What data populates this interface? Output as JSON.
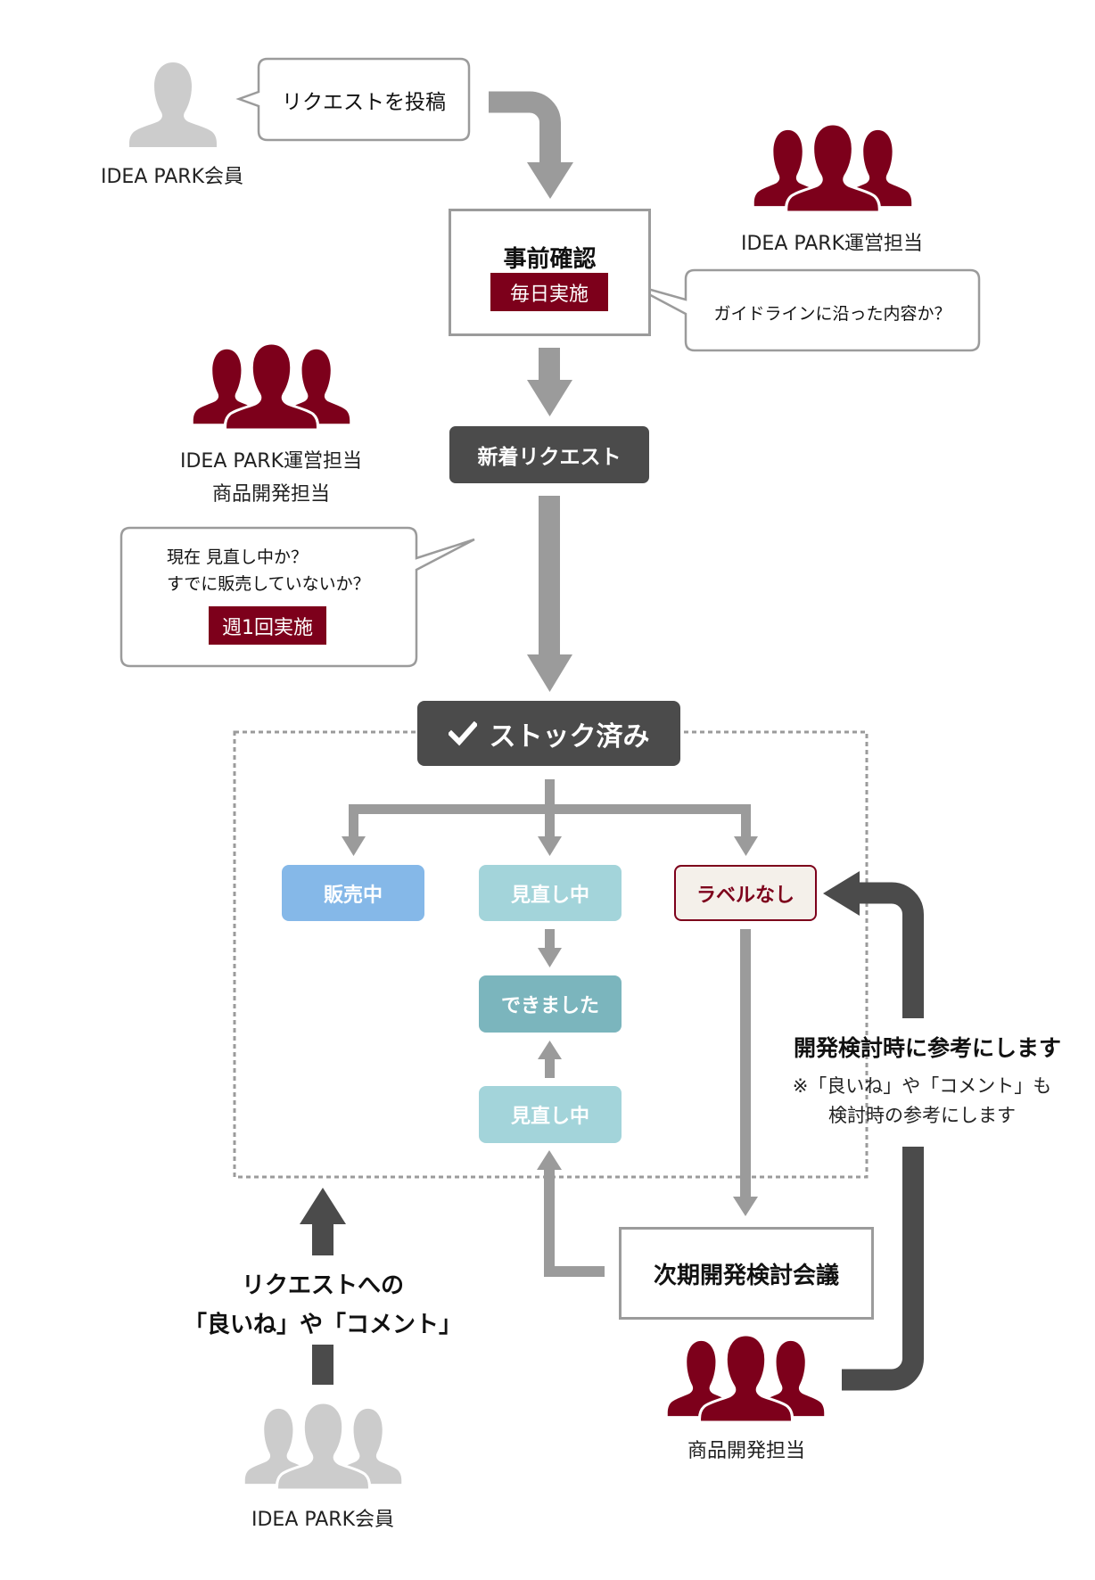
{
  "colors": {
    "accent_red": "#7d001b",
    "arrow_gray": "#9b9b9b",
    "dark_gray": "#4b4b4b",
    "member_gray": "#cccccc",
    "status_on_sale": "#85b8e8",
    "status_under_review": "#a3d4da",
    "status_done": "#7bb5bd",
    "status_no_label_bg": "#f4f0ea"
  },
  "submit": {
    "actor": {
      "icon": "person-icon",
      "label": "IDEA PARK会員"
    },
    "bubble": "リクエストを投稿"
  },
  "precheck": {
    "title": "事前確認",
    "frequency": "毎日実施",
    "actor": {
      "icon": "group-icon",
      "label": "IDEA PARK運営担当"
    },
    "bubble": "ガイドラインに沿った内容か？"
  },
  "new_request": {
    "label": "新着リクエスト"
  },
  "weekly_check": {
    "actor": {
      "icon": "group-icon",
      "labels": [
        "IDEA PARK運営担当",
        "商品開発担当"
      ]
    },
    "questions": [
      "現在 見直し中か？",
      "すでに販売していないか？"
    ],
    "frequency": "週1回実施"
  },
  "stocked": {
    "icon": "check-icon",
    "label": "ストック済み",
    "statuses": {
      "on_sale": "販売中",
      "under_review": "見直し中",
      "no_label": "ラベルなし",
      "done": "できました",
      "under_review_2": "見直し中"
    }
  },
  "next_meeting": {
    "label": "次期開発検討会議",
    "actor": {
      "icon": "group-icon",
      "label": "商品開発担当"
    }
  },
  "feedback": {
    "title": "開発検討時に参考にします",
    "notes": [
      "※「良いね」や「コメント」も",
      "検討時の参考にします"
    ]
  },
  "member_reactions": {
    "lines": [
      "リクエストへの",
      "「良いね」や「コメント」"
    ],
    "actor": {
      "icon": "group-icon",
      "label": "IDEA PARK会員"
    }
  }
}
